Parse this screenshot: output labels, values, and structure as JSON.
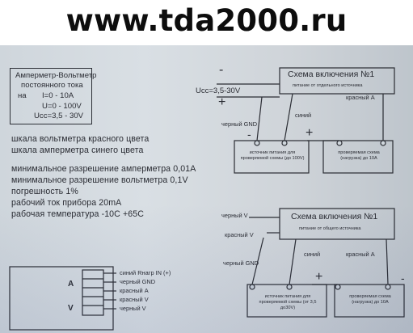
{
  "banner": "www.tda2000.ru",
  "spec_box": {
    "line1": "Амперметр-Вольтметр",
    "line2": "постоянного тока",
    "na": "на",
    "current": "I=0 - 10A",
    "voltage": "U=0 - 100V",
    "supply": "Ucc=3,5 - 30V"
  },
  "notes": [
    "шкала вольтметра красного цвета",
    "шкала амперметра синего цвета",
    "минимальное разрешение амперметра 0,01A",
    "минимальное разрешение вольтметра 0,1V",
    "погрешность 1%",
    "рабочий ток прибора  20mA",
    "рабочая температура   -10C  +65C"
  ],
  "diagram1": {
    "title": "Схема включения №1",
    "subtitle": "питание от отдельного источника",
    "ucc": "Ucc=3,5-30V",
    "minus": "-",
    "plus": "+",
    "black_gnd": "черный GND",
    "blue": "синий",
    "red_a": "красный  A",
    "source_label": "источник питания для проверяемой схемы (до 100V)",
    "load_label": "проверяемая схема (нагрузка) до 10А"
  },
  "diagram2": {
    "title": "Схема включения №1",
    "subtitle": "питание от общего источника",
    "black_v": "черный V",
    "red_v": "красный  V",
    "black_gnd": "черный GND",
    "blue": "синий",
    "red_a": "красный  A",
    "source_label": "источник питания для проверяемой схемы (от 3,5 до30V)",
    "load_label": "проверяемая схема (нагрузка) до 10А"
  },
  "connector": {
    "a": "A",
    "v": "V",
    "pins": [
      "синий Rнагр IN (+)",
      "черный GND",
      "красный  A",
      "красный  V",
      "черный V"
    ]
  }
}
